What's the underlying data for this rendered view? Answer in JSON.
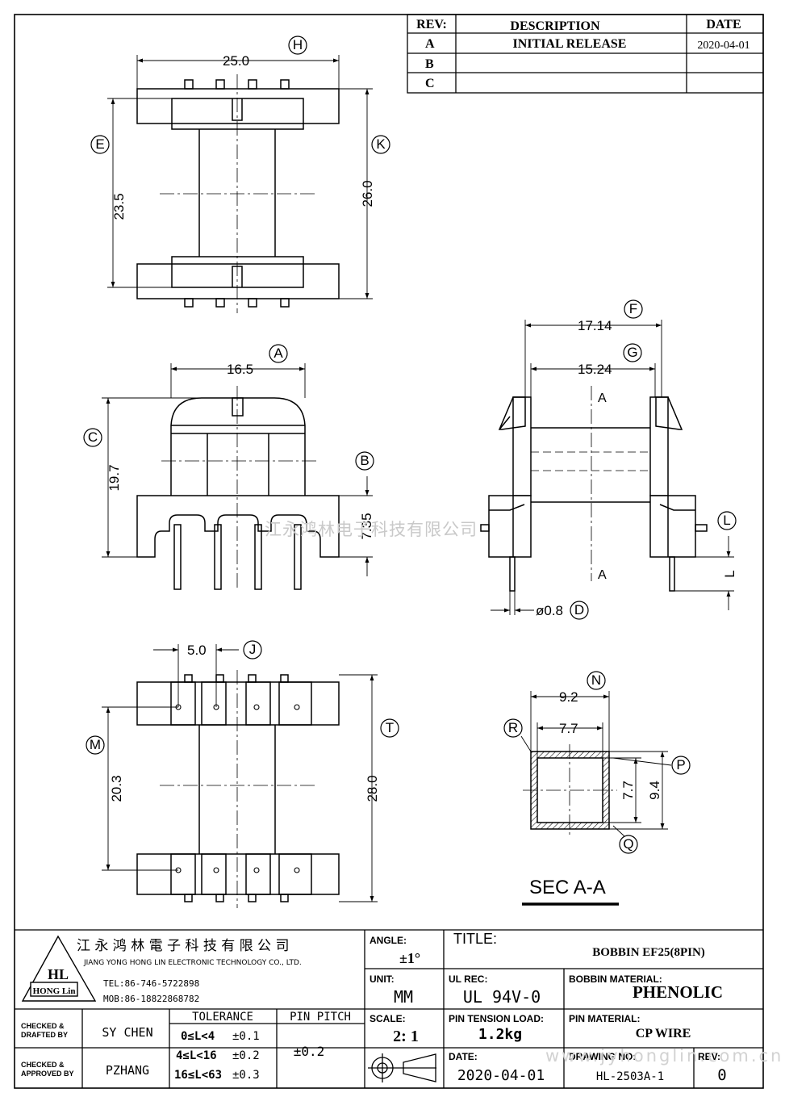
{
  "revision_table": {
    "headers": {
      "rev": "REV:",
      "description": "DESCRIPTION",
      "date": "DATE"
    },
    "rows": [
      {
        "rev": "A",
        "description": "INITIAL  RELEASE",
        "date": "2020-04-01"
      },
      {
        "rev": "B",
        "description": "",
        "date": ""
      },
      {
        "rev": "C",
        "description": "",
        "date": ""
      }
    ]
  },
  "dimensions": {
    "top_width": "25.0",
    "top_height_left": "23.5",
    "top_height_right": "26.0",
    "front_width": "16.5",
    "front_height": "19.7",
    "front_pin_len": "7.35",
    "side_outer": "17.14",
    "side_inner": "15.24",
    "pin_dia": "ø0.8",
    "side_pin": "L",
    "side_section_top": "A",
    "side_section_bottom": "A",
    "pin_pitch": "5.0",
    "bottom_inner_height": "20.3",
    "bottom_outer_height": "28.0",
    "sec_outer_w": "9.2",
    "sec_inner_w": "7.7",
    "sec_inner_h": "7.7",
    "sec_outer_h": "9.4",
    "section_label": "SEC  A-A"
  },
  "callouts": {
    "a": "A",
    "b": "B",
    "c": "C",
    "d": "D",
    "e": "E",
    "f": "F",
    "g": "G",
    "h": "H",
    "j": "J",
    "k": "K",
    "l": "L",
    "m": "M",
    "n": "N",
    "p": "P",
    "q": "Q",
    "r": "R",
    "t": "T"
  },
  "watermark": "江永鸿林电子科技有限公司",
  "watermark_url": "www.jyhonglin.com.cn",
  "title_block": {
    "company_cn": "江 永 鸿 林 電 子 科 技 有 限 公 司",
    "company_en": "JIANG YONG HONG LIN ELECTRONIC TECHNOLOGY CO., LTD.",
    "tel": "TEL:86-746-5722898",
    "mob": "MOB:86-18822868782",
    "logo_text": "HL",
    "logo_sub": "HONG Lin",
    "angle_label": "ANGLE:",
    "angle_value": "±1°",
    "unit_label": "UNIT:",
    "unit_value": "MM",
    "scale_label": "SCALE:",
    "scale_value": "2: 1",
    "title_label": "TITLE:",
    "title_value": "BOBBIN  EF25(8PIN)",
    "ul_label": "UL REC:",
    "ul_value": "UL 94V-0",
    "material_label": "BOBBIN  MATERIAL:",
    "material_value": "PHENOLIC",
    "tension_label": "PIN TENSION LOAD:",
    "tension_value": "1.2kg",
    "pin_material_label": "PIN MATERIAL:",
    "pin_material_value": "CP  WIRE",
    "date_label": "DATE:",
    "date_value": "2020-04-01",
    "drawing_label": "DRAWING NO:",
    "drawing_value": "HL-2503A-1",
    "rev_label": "REV:",
    "rev_value": "0",
    "checked_drafted_label": "CHECKED &\nDRAFTED BY",
    "checked_drafted_value": "SY  CHEN",
    "checked_approved_label": "CHECKED &\nAPPROVED BY",
    "checked_approved_value": "PZHANG",
    "tolerance_label": "TOLERANCE",
    "tolerances": [
      {
        "range": "0≤L<4",
        "value": "±0.1"
      },
      {
        "range": "4≤L<16",
        "value": "±0.2"
      },
      {
        "range": "16≤L<63",
        "value": "±0.3"
      }
    ],
    "pin_pitch_label": "PIN  PITCH",
    "pin_pitch_value": "±0.2"
  }
}
